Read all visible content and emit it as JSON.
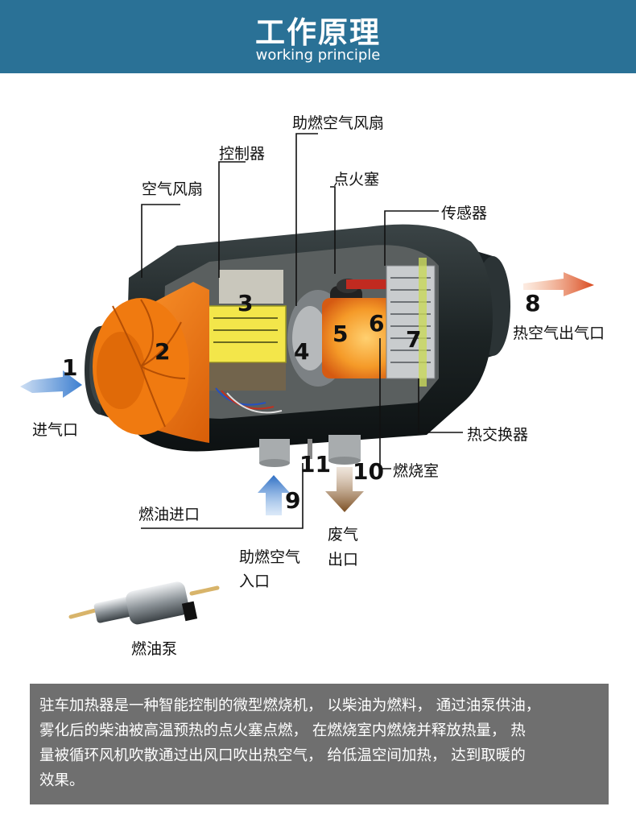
{
  "header": {
    "title": "工作原理",
    "subtitle": "working principle",
    "bg_color": "#2a7196"
  },
  "labels": {
    "fan": "空气风扇",
    "controller": "控制器",
    "combustion_fan": "助燃空气风扇",
    "glow_plug": "点火塞",
    "sensor": "传感器",
    "hot_air_outlet": "热空气出气口",
    "heat_exchanger": "热交换器",
    "combustion_chamber": "燃烧室",
    "air_inlet": "进气口",
    "fuel_inlet": "燃油进口",
    "exhaust_1": "废气",
    "exhaust_2": "出口",
    "comb_air_inlet_1": "助燃空气",
    "comb_air_inlet_2": "入口",
    "fuel_pump": "燃油泵"
  },
  "numbers": {
    "n1": "1",
    "n2": "2",
    "n3": "3",
    "n4": "4",
    "n5": "5",
    "n6": "6",
    "n7": "7",
    "n8": "8",
    "n9": "9",
    "n10": "10",
    "n11": "11"
  },
  "description": {
    "line1": "驻车加热器是一种智能控制的微型燃烧机， 以柴油为燃料， 通过油泵供油，",
    "line2": "雾化后的柴油被高温预热的点火塞点燃， 在燃烧室内燃烧并释放热量， 热",
    "line3": "量被循环风机吹散通过出风口吹出热空气， 给低温空间加热， 达到取暖的",
    "line4": "效果。"
  },
  "colors": {
    "fan_orange": "#f07a10",
    "flame": "#f5a23a",
    "arrow_blue": "#3d7fd0",
    "arrow_brown": "#7a4e22",
    "arrow_red": "#d9481e",
    "description_bg": "#6f6f6f"
  }
}
